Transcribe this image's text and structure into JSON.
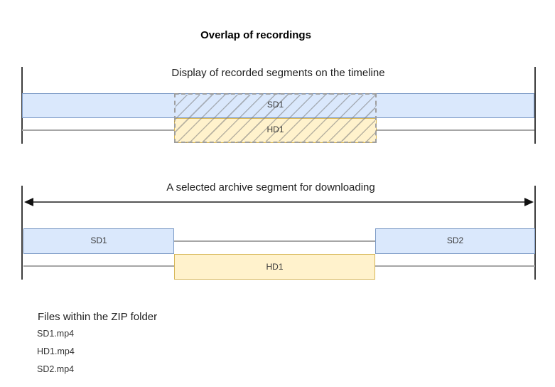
{
  "title": "Overlap of recordings",
  "colors": {
    "blue_fill": "#dae8fc",
    "blue_stroke": "#7e9cc7",
    "yellow_fill": "#fff2cc",
    "yellow_stroke": "#d6b656",
    "line_gray": "#a6a6a6",
    "tick_color": "#3d3d3d"
  },
  "timeline_diagram": {
    "heading": "Display of recorded segments on the timeline",
    "sd_track_label": "SD1",
    "hd_track_label": "HD1"
  },
  "archive_diagram": {
    "heading": "A selected archive segment for downloading",
    "sd1_label": "SD1",
    "sd2_label": "SD2",
    "hd1_label": "HD1"
  },
  "zip_files": {
    "heading": "Files within the ZIP folder",
    "files": [
      "SD1.mp4",
      "HD1.mp4",
      "SD2.mp4"
    ]
  }
}
